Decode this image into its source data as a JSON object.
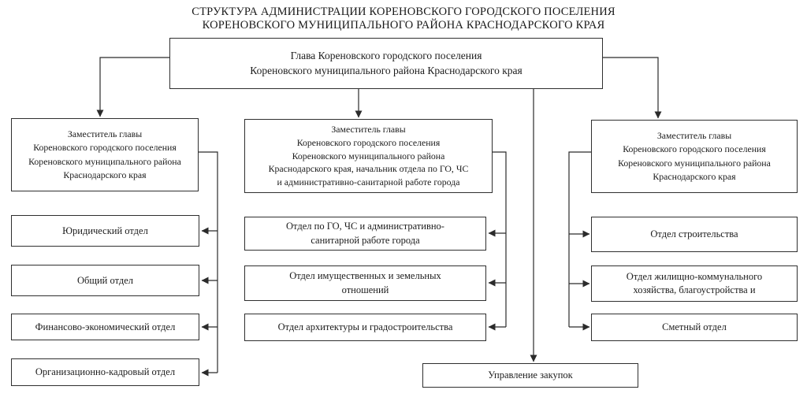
{
  "diagram_title": {
    "line1": "СТРУКТУРА АДМИНИСТРАЦИИ КОРЕНОВСКОГО ГОРОДСКОГО ПОСЕЛЕНИЯ",
    "line2": "КОРЕНОВСКОГО МУНИЦИПАЛЬНОГО РАЙОНА КРАСНОДАРСКОГО КРАЯ"
  },
  "nodes": {
    "head": {
      "label": "Глава Кореновского городского поселения\nКореновского муниципального района Краснодарского края"
    },
    "deputy_left": {
      "label": "Заместитель главы\nКореновского городского поселения\nКореновского муниципального района\nКраснодарского края"
    },
    "deputy_middle": {
      "label": "Заместитель главы\nКореновского городского поселения\nКореновского муниципального района\nКраснодарского края, начальник отдела по ГО, ЧС\nи административно-санитарной работе города"
    },
    "deputy_right": {
      "label": "Заместитель главы\nКореновского городского поселения\nКореновского муниципального района\nКраснодарского края"
    },
    "left_unit_1": {
      "label": "Юридический отдел"
    },
    "left_unit_2": {
      "label": "Общий отдел"
    },
    "left_unit_3": {
      "label": "Финансово-экономический отдел"
    },
    "left_unit_4": {
      "label": "Организационно-кадровый отдел"
    },
    "middle_unit_1": {
      "label": "Отдел по ГО, ЧС и административно-\nсанитарной работе города"
    },
    "middle_unit_2": {
      "label": "Отдел имущественных и земельных\nотношений"
    },
    "middle_unit_3": {
      "label": "Отдел архитектуры и градостроительства"
    },
    "right_unit_1": {
      "label": "Отдел строительства"
    },
    "right_unit_2": {
      "label": "Отдел жилищно-коммунального\nхозяйства, благоустройства и"
    },
    "right_unit_3": {
      "label": "Сметный отдел"
    },
    "procurement": {
      "label": "Управление закупок"
    }
  },
  "colors": {
    "ink": "#2b2b2b",
    "text": "#1c1c1c",
    "background": "#ffffff"
  }
}
